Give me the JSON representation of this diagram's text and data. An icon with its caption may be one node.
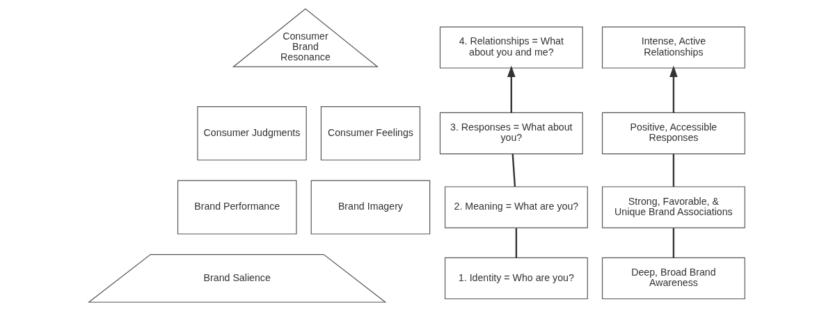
{
  "diagram": {
    "nodes": [
      {
        "text": [
          "Consumer Brand Resonance"
        ]
      },
      {
        "text": [
          "Consumer Judgments"
        ]
      },
      {
        "text": [
          "Consumer Feelings"
        ]
      },
      {
        "text": [
          "Brand Performance"
        ]
      },
      {
        "text": [
          "Brand Imagery"
        ]
      },
      {
        "text": [
          "Brand Salience"
        ]
      },
      {
        "text": [
          "4. Relationships = What about you and me?"
        ]
      },
      {
        "text": [
          "Intense, Active Relationships"
        ]
      },
      {
        "text": [
          "3. Responses = What about you?"
        ]
      },
      {
        "text": [
          "Positive, Accessible Responses"
        ]
      },
      {
        "text": [
          "2. Meaning = What are you?"
        ]
      },
      {
        "text": [
          "Strong, Favorable, & Unique Brand Associations"
        ]
      },
      {
        "text": [
          "1. Identity = Who are you?"
        ]
      },
      {
        "text": [
          "Deep, Broad Brand Awareness"
        ]
      }
    ],
    "edges": [
      {
        "from": 12,
        "to": 10,
        "arrow": "none"
      },
      {
        "from": 10,
        "to": 8,
        "arrow": "none"
      },
      {
        "from": 8,
        "to": 6,
        "arrow": "to"
      },
      {
        "from": 13,
        "to": 11,
        "arrow": "none"
      },
      {
        "from": 11,
        "to": 9,
        "arrow": "none"
      },
      {
        "from": 9,
        "to": 7,
        "arrow": "to"
      }
    ]
  }
}
